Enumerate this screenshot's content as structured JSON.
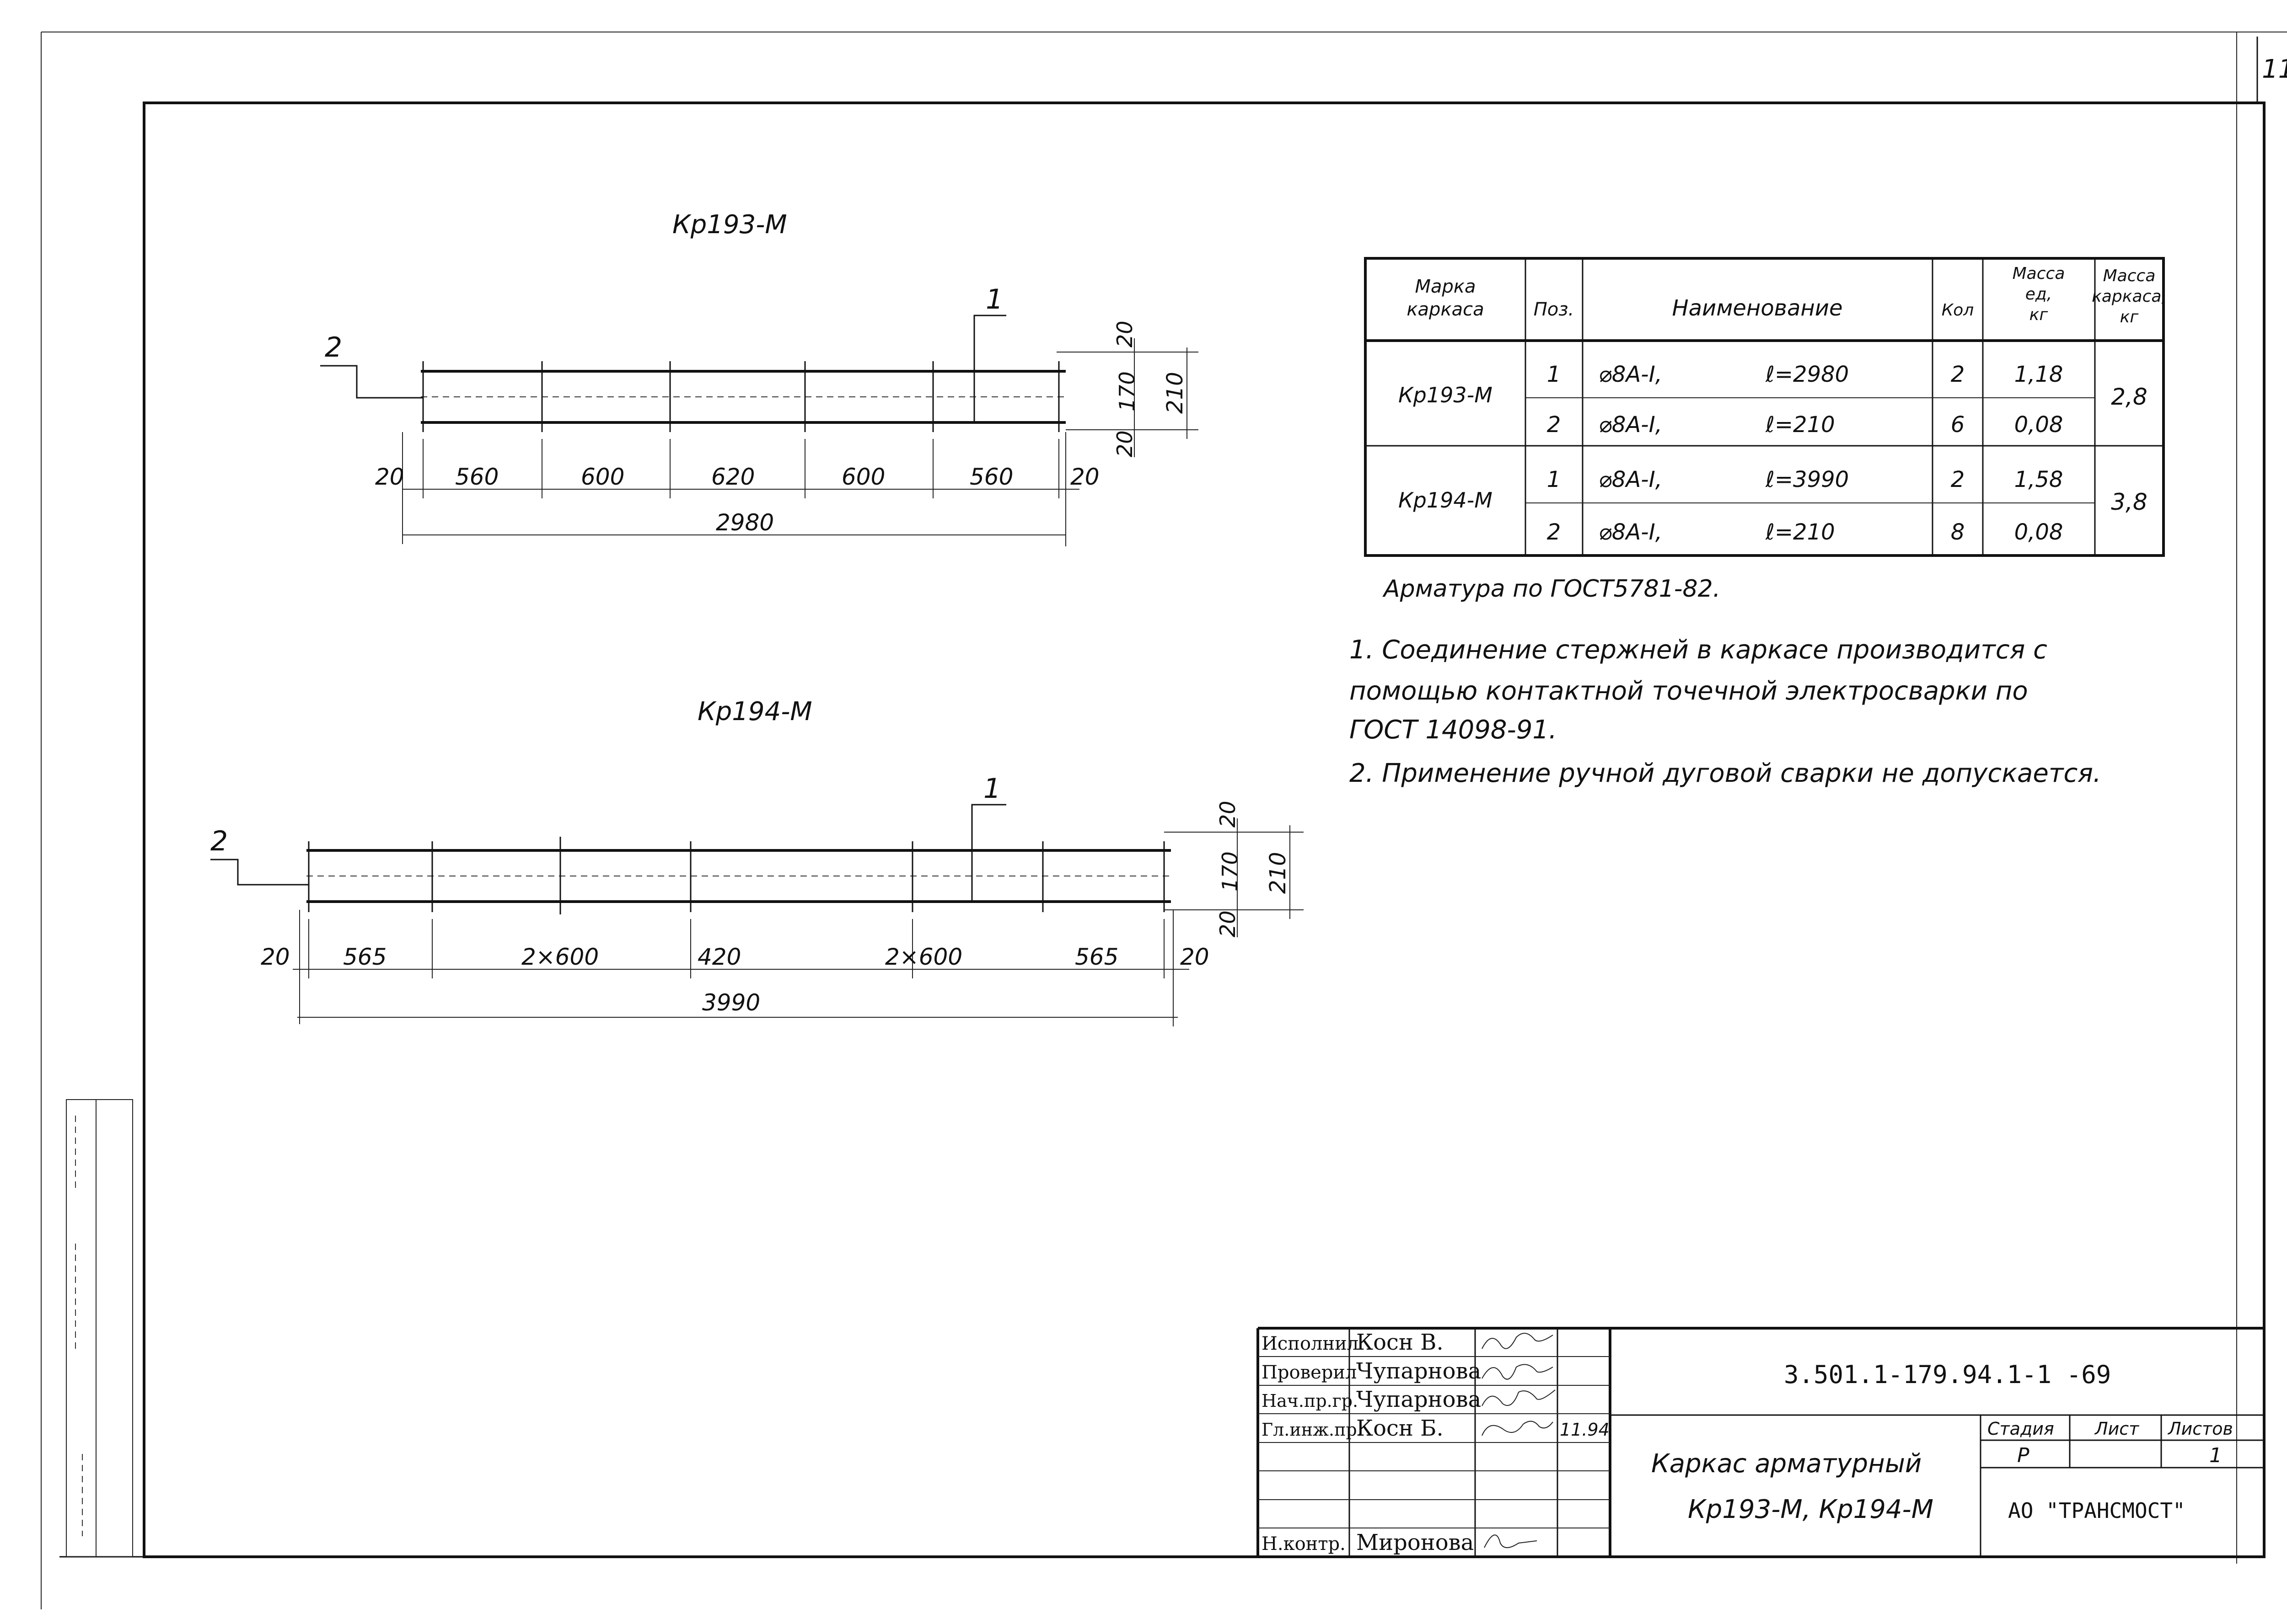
{
  "sheet_number": "11",
  "drawing_1": {
    "title": "Кр193-М",
    "callout_1": "1",
    "callout_2": "2",
    "spans": [
      "560",
      "600",
      "620",
      "600",
      "560"
    ],
    "end_left": "20",
    "end_right": "20",
    "total": "2980",
    "v_top": "20",
    "v_mid": "170",
    "v_bot": "20",
    "v_total": "210"
  },
  "drawing_2": {
    "title": "Кр194-М",
    "callout_1": "1",
    "callout_2": "2",
    "spans": [
      "565",
      "2×600",
      "420",
      "2×600",
      "565"
    ],
    "end_left": "20",
    "end_right": "20",
    "total": "3990",
    "v_top": "20",
    "v_mid": "170",
    "v_bot": "20",
    "v_total": "210"
  },
  "spec_table": {
    "headers": [
      "Марка каркаса",
      "Поз.",
      "Наименование",
      "Кол",
      "Масса ед, кг",
      "Масса каркаса, кг"
    ],
    "groups": [
      {
        "mark": "Кр193-М",
        "mass_total": "2,8",
        "rows": [
          {
            "pos": "1",
            "name": "⌀8А-I,",
            "length": "ℓ=2980",
            "qty": "2",
            "mass": "1,18"
          },
          {
            "pos": "2",
            "name": "⌀8А-I,",
            "length": "ℓ=210",
            "qty": "6",
            "mass": "0,08"
          }
        ]
      },
      {
        "mark": "Кр194-М",
        "mass_total": "3,8",
        "rows": [
          {
            "pos": "1",
            "name": "⌀8А-I,",
            "length": "ℓ=3990",
            "qty": "2",
            "mass": "1,58"
          },
          {
            "pos": "2",
            "name": "⌀8А-I,",
            "length": "ℓ=210",
            "qty": "8",
            "mass": "0,08"
          }
        ]
      }
    ]
  },
  "notes": {
    "rebar": "Арматура по ГОСТ5781-82.",
    "note1_line1": "1.  Соединение стержней в каркасе производится с",
    "note1_line2": "помощью контактной точечной электросварки по",
    "note1_line3": "ГОСТ 14098-91.",
    "note2": "2. Применение ручной дуговой сварки не допускается."
  },
  "title_block": {
    "roles": [
      "Исполнил",
      "Проверил",
      "Нач.пр.гр.",
      "Гл.инж.пр.",
      "",
      "",
      "",
      "Н.контр."
    ],
    "names": [
      "Косн В.",
      "Чупарнова",
      "Чупарнова",
      "Косн Б.",
      "",
      "",
      "",
      "Миронова"
    ],
    "date": "11.94",
    "doc_code": "3.501.1-179.94.1-1 -69",
    "title_line1": "Каркас арматурный",
    "title_line2": "Кр193-М, Кр194-М",
    "stage_label": "Стадия",
    "sheet_label": "Лист",
    "sheets_label": "Листов",
    "stage_value": "Р",
    "sheets_value": "1",
    "organization": "АО \"ТРАНСМОСТ\""
  }
}
